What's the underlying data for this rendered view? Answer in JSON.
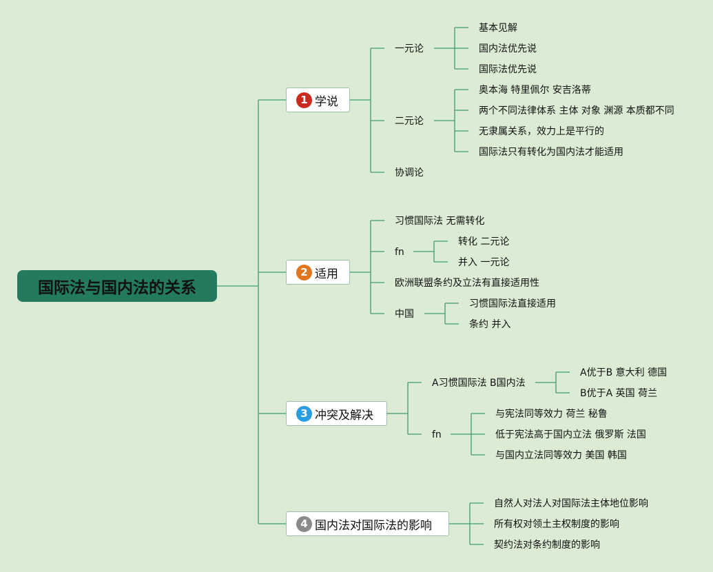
{
  "root": "国际法与国内法的关系",
  "branches": [
    {
      "number": "1",
      "label": "学说",
      "color": "#cc2a1e",
      "children": [
        {
          "label": "一元论",
          "children": [
            "基本见解",
            "国内法优先说",
            "国际法优先说"
          ]
        },
        {
          "label": "二元论",
          "children": [
            "奥本海 特里佩尔 安吉洛蒂",
            "两个不同法律体系 主体 对象 渊源 本质都不同",
            "无隶属关系，效力上是平行的",
            "国际法只有转化为国内法才能适用"
          ]
        },
        {
          "label": "协调论"
        }
      ]
    },
    {
      "number": "2",
      "label": "适用",
      "color": "#e0761f",
      "children": [
        {
          "label": "习惯国际法 无需转化"
        },
        {
          "label": "fn",
          "children": [
            "转化 二元论",
            "并入 一元论"
          ]
        },
        {
          "label": "欧洲联盟条约及立法有直接适用性"
        },
        {
          "label": "中国",
          "children": [
            "习惯国际法直接适用",
            "条约 并入"
          ]
        }
      ]
    },
    {
      "number": "3",
      "label": "冲突及解决",
      "color": "#2a9de0",
      "children": [
        {
          "label": "A习惯国际法 B国内法",
          "children": [
            "A优于B 意大利 德国",
            "B优于A 英国 荷兰"
          ]
        },
        {
          "label": "fn",
          "children": [
            "与宪法同等效力 荷兰 秘鲁",
            "低于宪法高于国内立法 俄罗斯 法国",
            "与国内立法同等效力 美国 韩国"
          ]
        }
      ]
    },
    {
      "number": "4",
      "label": "国内法对国际法的影响",
      "color": "#8a8a8a",
      "children": [
        {
          "label": "自然人对法人对国际法主体地位影响"
        },
        {
          "label": "所有权对领土主权制度的影响"
        },
        {
          "label": "契约法对条约制度的影响"
        }
      ]
    }
  ],
  "colors": {
    "background": "#dcecd4",
    "root": "#237a5e",
    "line": "#3f9a72"
  }
}
